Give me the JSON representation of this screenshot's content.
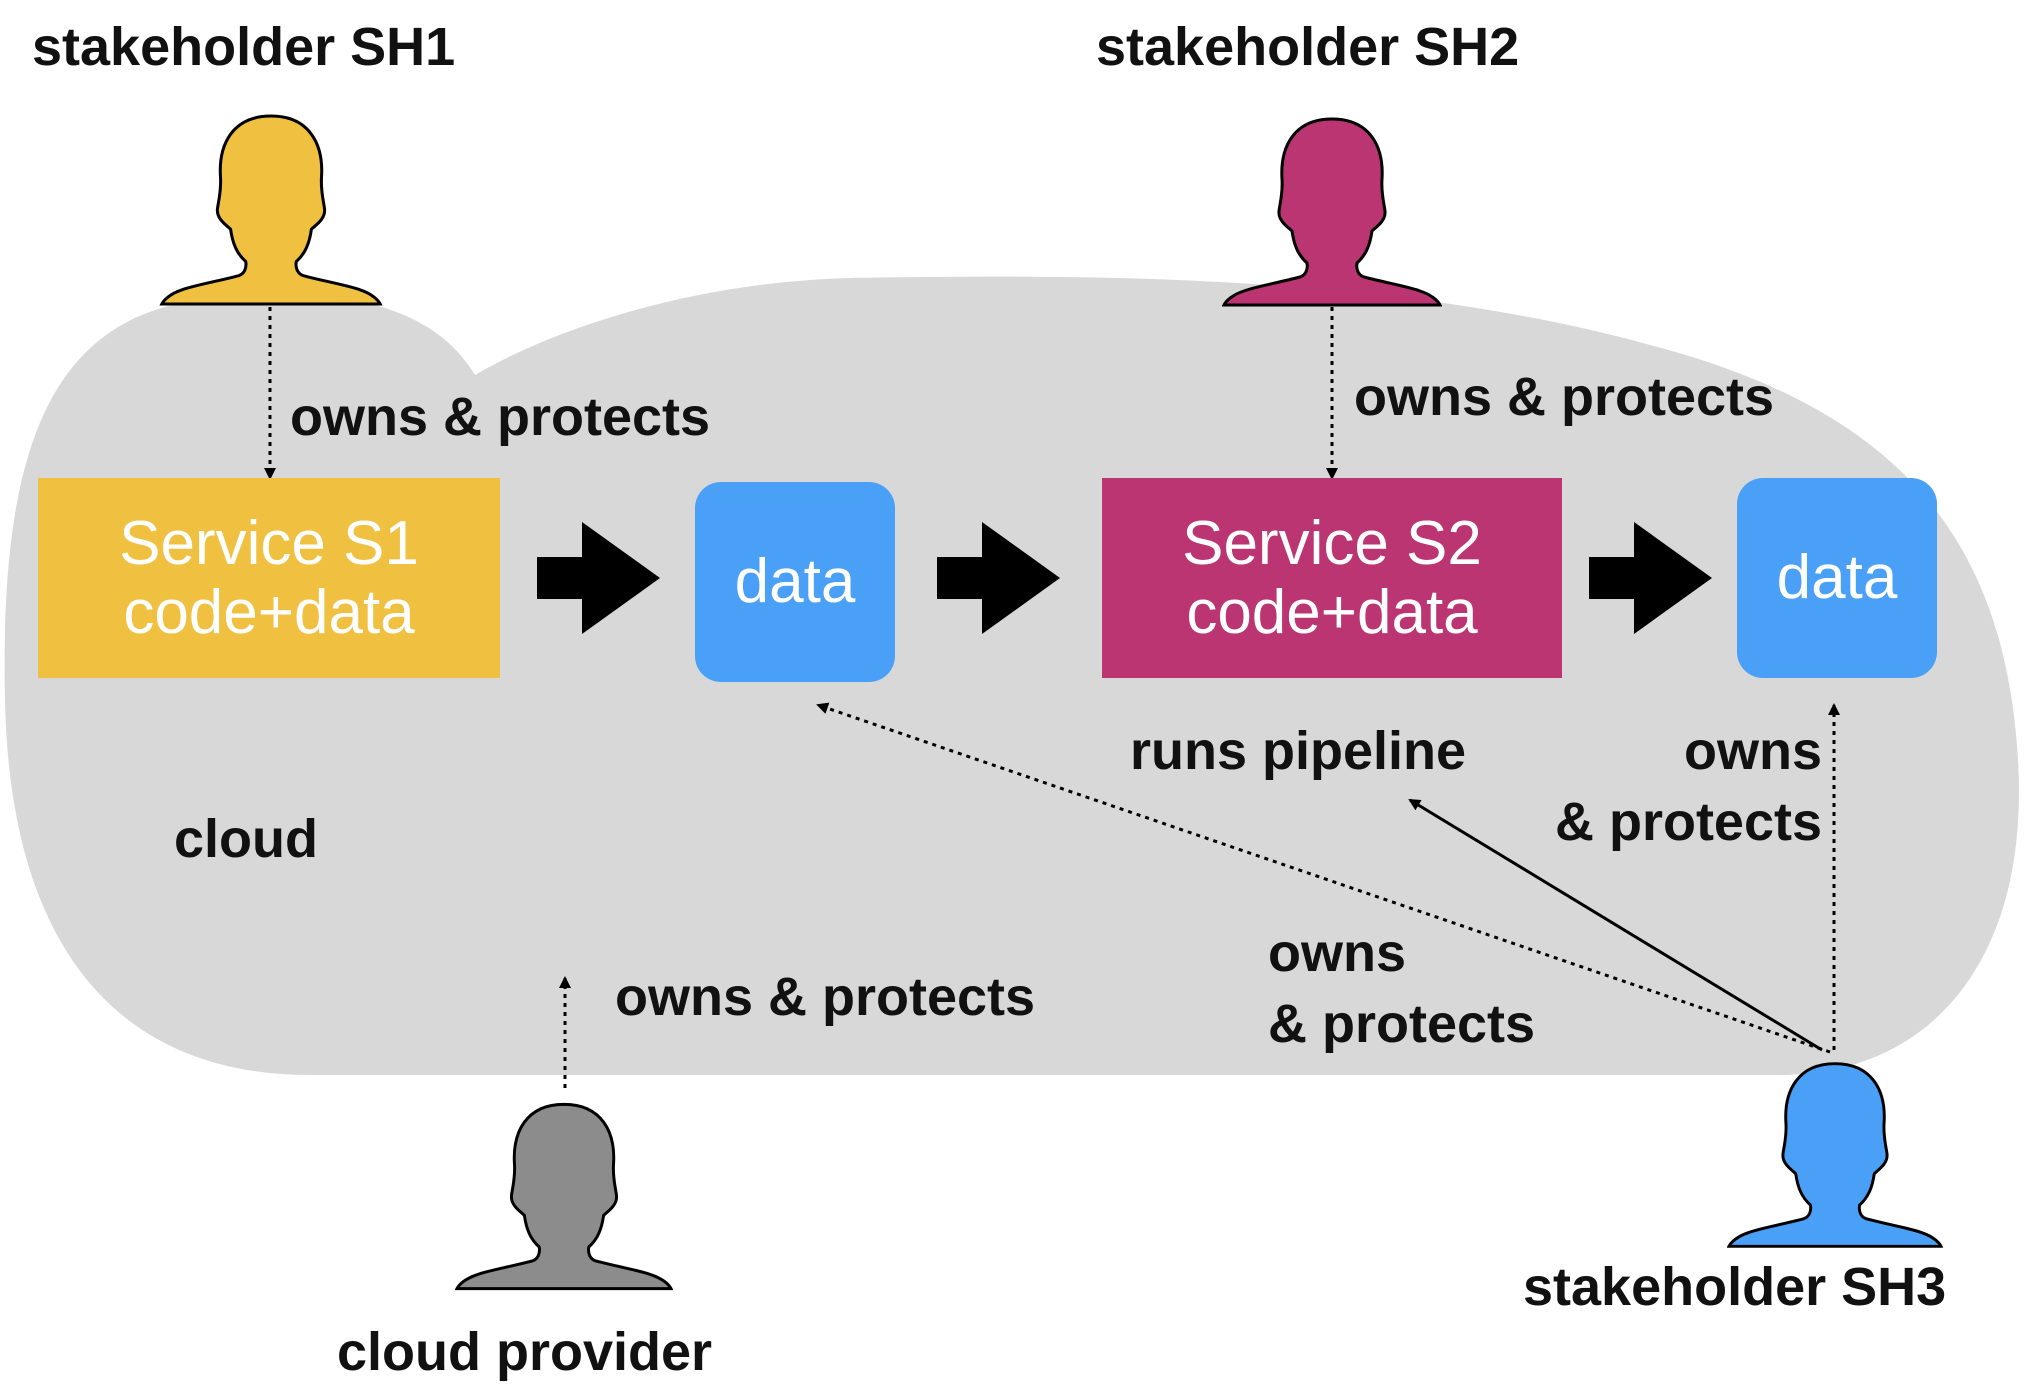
{
  "colors": {
    "cloud": "#d8d8d8",
    "sh1": "#f0c041",
    "sh2": "#bb3573",
    "sh3": "#4a9ff6",
    "provider": "#8c8c8c",
    "service_s1": "#f0c041",
    "service_s2": "#bb3573",
    "data_box": "#4a9ff6",
    "arrow": "#000000"
  },
  "icons": {
    "person": "person-silhouette-icon",
    "flow_arrow": "block-arrow-right-icon"
  },
  "labels": {
    "sh1": "stakeholder SH1",
    "sh2": "stakeholder SH2",
    "sh3": "stakeholder SH3",
    "provider": "cloud provider",
    "cloud": "cloud",
    "owns_sh1": "owns & protects",
    "owns_sh2": "owns & protects",
    "owns_provider": "owns & protects",
    "owns_sh3_right_line1": "owns",
    "owns_sh3_right_line2": "& protects",
    "owns_sh3_mid_line1": "owns",
    "owns_sh3_mid_line2": "& protects",
    "runs_pipeline": "runs pipeline"
  },
  "boxes": {
    "s1_line1": "Service S1",
    "s1_line2": "code+data",
    "s2_line1": "Service S2",
    "s2_line2": "code+data",
    "data1": "data",
    "data2": "data"
  }
}
